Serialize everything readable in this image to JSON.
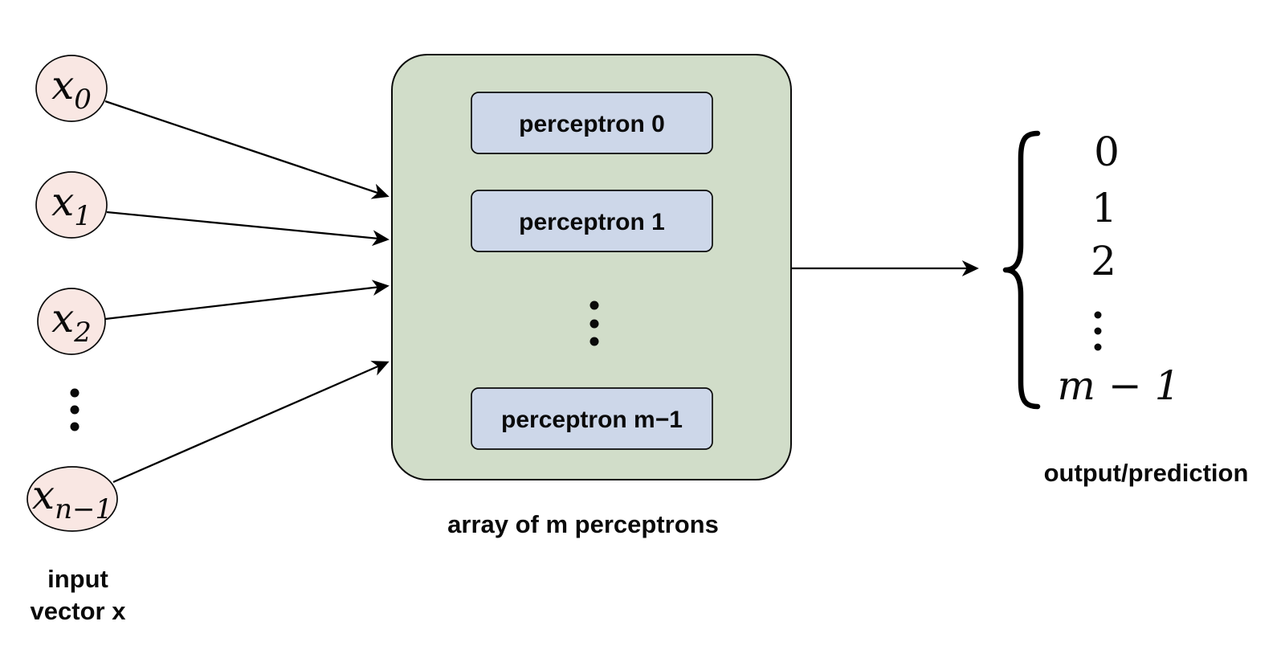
{
  "colors": {
    "input_node_fill": "#f9e7e3",
    "array_box_fill": "#d1ddc9",
    "perceptron_box_fill": "#cdd7e9",
    "line": "#000000"
  },
  "inputs": {
    "nodes": [
      {
        "base": "x",
        "sub": "0"
      },
      {
        "base": "x",
        "sub": "1"
      },
      {
        "base": "x",
        "sub": "2"
      },
      {
        "base": "x",
        "sub": "n−1"
      }
    ],
    "ellipsis": "⋮",
    "caption_line1": "input",
    "caption_line2": "vector x"
  },
  "array": {
    "perceptrons": [
      "perceptron 0",
      "perceptron 1",
      "perceptron m−1"
    ],
    "ellipsis": "⋮",
    "caption": "array of m perceptrons"
  },
  "output": {
    "values": [
      "0",
      "1",
      "2",
      "m − 1"
    ],
    "ellipsis": "⋮",
    "caption": "output/prediction"
  }
}
